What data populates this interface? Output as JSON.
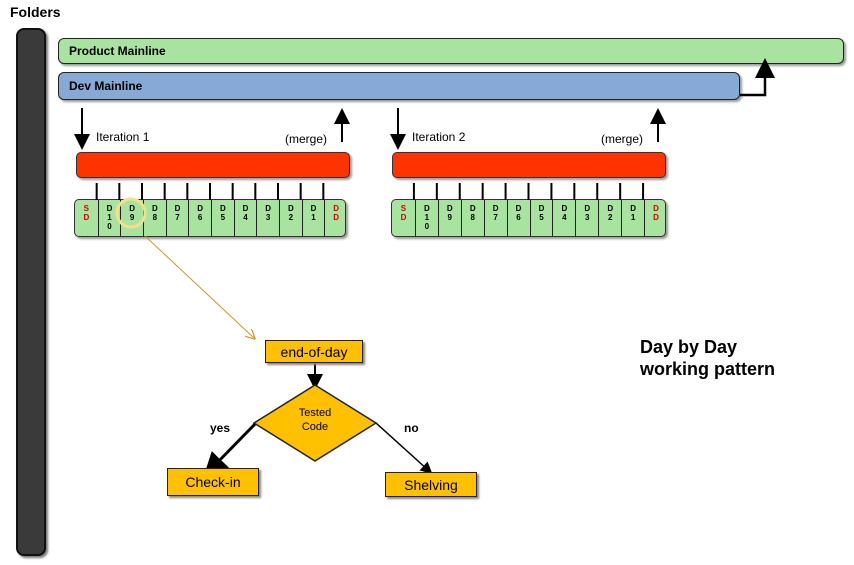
{
  "folders_title": "Folders",
  "product_mainline": "Product Mainline",
  "dev_mainline": "Dev Mainline",
  "iterations": [
    {
      "label": "Iteration 1",
      "merge": "(merge)",
      "days": [
        "S\nD",
        "D\n1\n0",
        "D\n9",
        "D\n8",
        "D\n7",
        "D\n6",
        "D\n5",
        "D\n4",
        "D\n3",
        "D\n2",
        "D\n1",
        "D\nD"
      ]
    },
    {
      "label": "Iteration 2",
      "merge": "(merge)",
      "days": [
        "S\nD",
        "D\n1\n0",
        "D\n9",
        "D\n8",
        "D\n7",
        "D\n6",
        "D\n5",
        "D\n4",
        "D\n3",
        "D\n2",
        "D\n1",
        "D\nD"
      ]
    }
  ],
  "flow": {
    "start": "end-of-day",
    "decision": "Tested\nCode",
    "yes": "yes",
    "no": "no",
    "yes_target": "Check-in",
    "no_target": "Shelving"
  },
  "heading_line1": "Day by Day",
  "heading_line2": "working pattern",
  "colors": {
    "product": "#a8e4a0",
    "dev": "#87a9d6",
    "iteration_bar": "#ff3300",
    "flow_box": "#ffc000",
    "highlight": "#f5e08a"
  }
}
